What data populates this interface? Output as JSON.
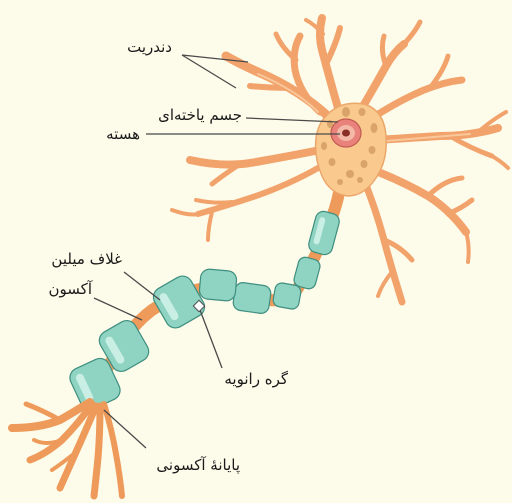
{
  "labels": {
    "dendrite": "دندریت",
    "cell_body": "جسم یاخته‌ای",
    "nucleus": "هسته",
    "myelin_sheath": "غلاف میلین",
    "axon": "آکسون",
    "node": "گره رانویه",
    "axon_terminal": "پایانهٔ آکسونی"
  },
  "colors": {
    "background": "#fdfbea",
    "cell_body": "#f9c98e",
    "dendrite": "#f2a36b",
    "myelin": "#8fd3c2",
    "nucleus": "#e8827a",
    "spots": "#d9a36a"
  }
}
